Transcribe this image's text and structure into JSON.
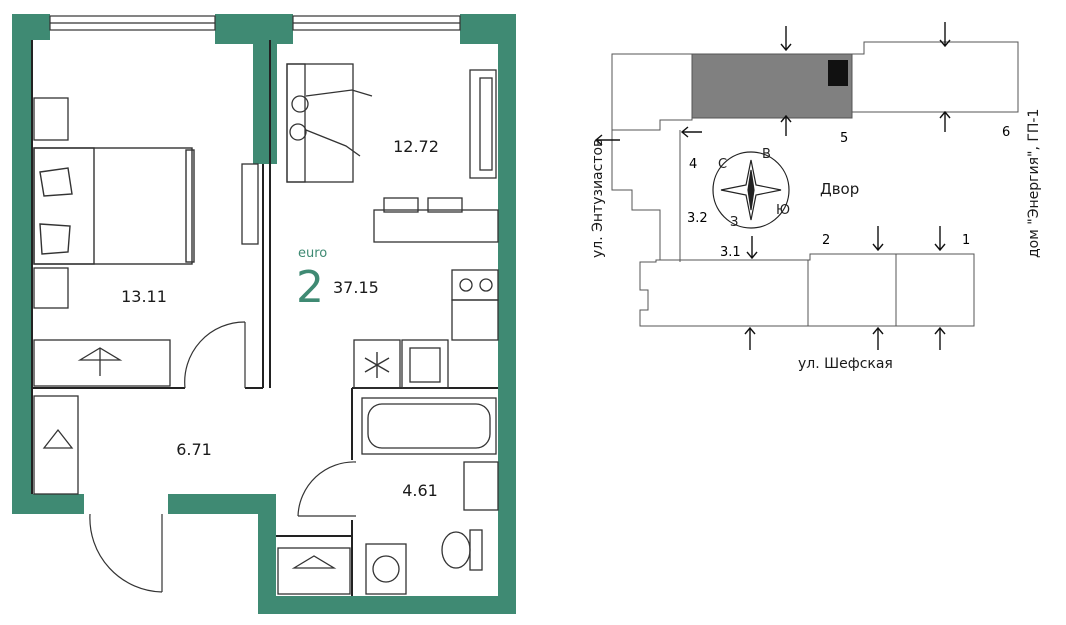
{
  "colors": {
    "wall": "#3f8a73",
    "wall_dark": "#2f6e5b",
    "ink": "#1a1a1a",
    "line": "#222222",
    "accent": "#3f8a73",
    "building_fill": "#808080"
  },
  "floorplan": {
    "rooms": {
      "bedroom_area": "13.11",
      "living_area": "12.72",
      "hall_area": "6.71",
      "bathroom_area": "4.61"
    },
    "badge": {
      "type_label": "euro",
      "rooms_count": "2",
      "total_area": "37.15"
    }
  },
  "site_plan": {
    "sections": [
      "1",
      "2",
      "3.1",
      "3.2",
      "4",
      "5",
      "6"
    ],
    "courtyard_label": "Двор",
    "street_bottom": "ул. Шефская",
    "street_left": "ул. Энтузиастов",
    "neighbor_label": "дом \"Энергия\", ГП-1",
    "compass": {
      "n": "С",
      "e": "В",
      "s": "Ю",
      "w": "З"
    }
  }
}
